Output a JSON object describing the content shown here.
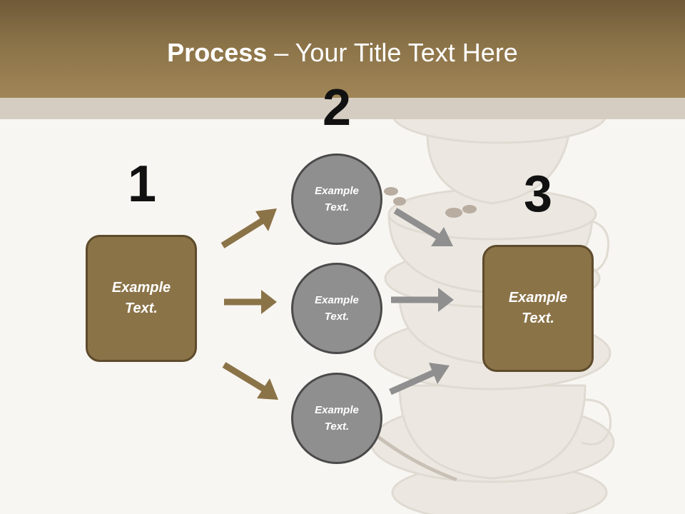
{
  "slide": {
    "title_bold": "Process",
    "title_rest": " – Your Title Text Here"
  },
  "steps": {
    "one": {
      "number": "1",
      "label": "Example Text."
    },
    "two": {
      "number": "2",
      "circles": [
        {
          "label": "Example Text."
        },
        {
          "label": "Example Text."
        },
        {
          "label": "Example Text."
        }
      ]
    },
    "three": {
      "number": "3",
      "label": "Example Text."
    }
  },
  "colors": {
    "header": "#8b7348",
    "box_fill": "#8b7348",
    "box_border": "#5e4b2c",
    "circle_fill": "#8f8f8f",
    "circle_border": "#4a4a4a",
    "arrow_brown": "#8b7348",
    "arrow_gray": "#8f8f8f"
  },
  "background_image": "stacked-coffee-cups"
}
